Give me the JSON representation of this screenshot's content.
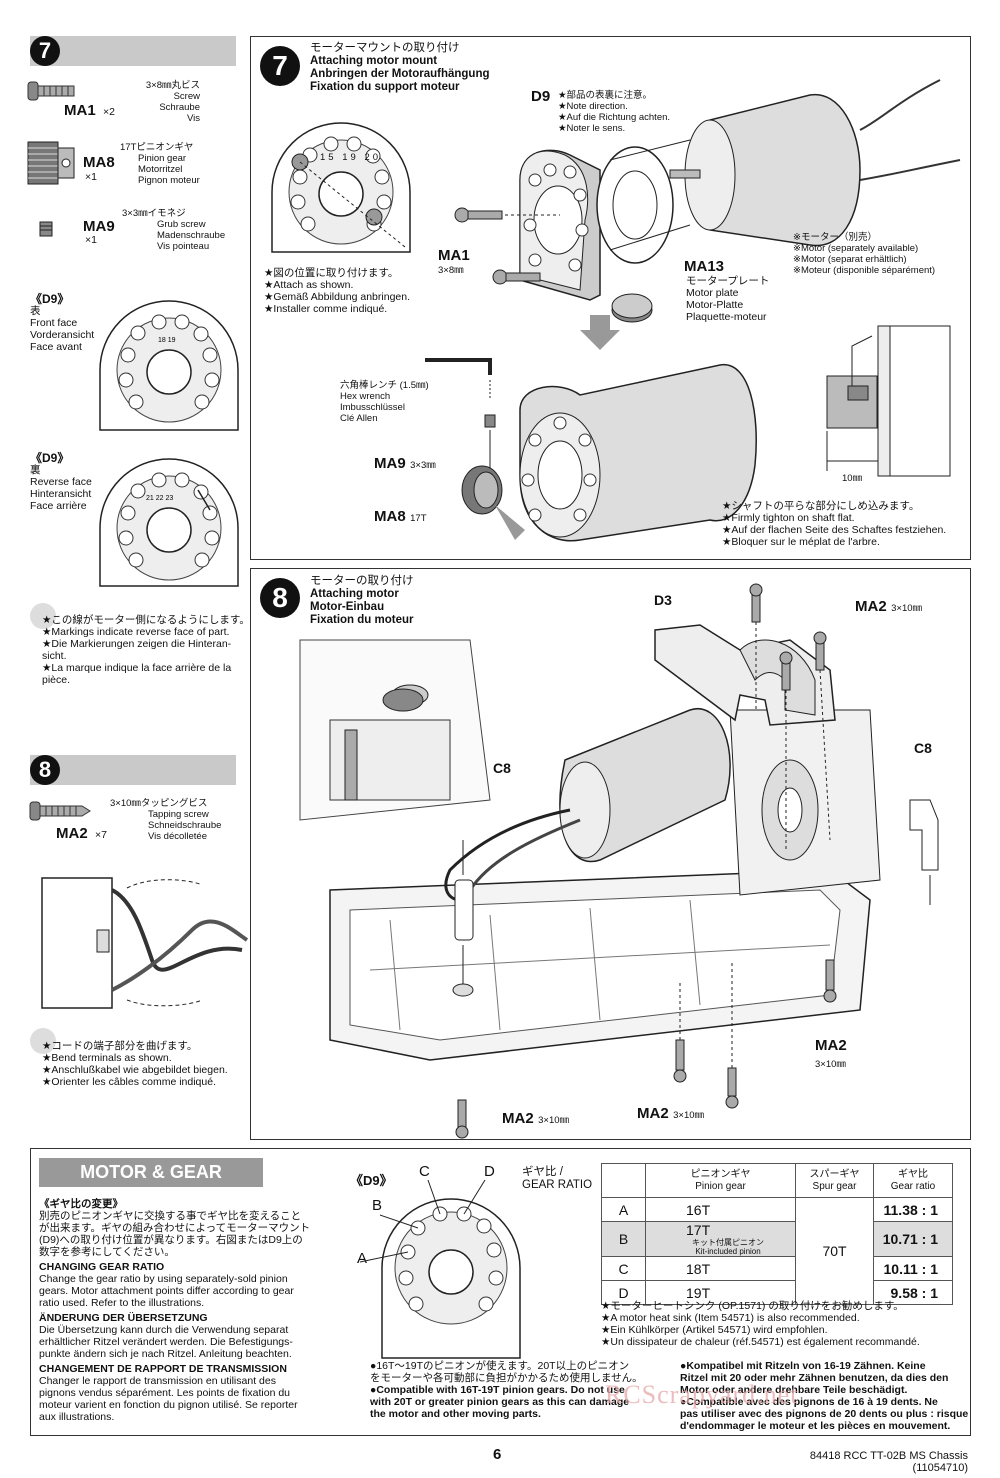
{
  "left_col": {
    "step7_number": "7",
    "ma1": {
      "ja": "3×8㎜丸ビス",
      "en": "Screw",
      "de": "Schraube",
      "fr": "Vis",
      "code": "MA1",
      "qty": "×2"
    },
    "ma8": {
      "ja": "17Tピニオンギヤ",
      "en": "Pinion gear",
      "de": "Motorritzel",
      "fr": "Pignon moteur",
      "code": "MA8",
      "qty": "×1"
    },
    "ma9": {
      "ja": "3×3㎜イモネジ",
      "en": "Grub screw",
      "de": "Madenschraube",
      "fr": "Vis pointeau",
      "code": "MA9",
      "qty": "×1"
    },
    "d9_front": {
      "title": "《D9》",
      "ja": "表",
      "en": "Front face",
      "de": "Vorderansicht",
      "fr": "Face avant"
    },
    "d9_reverse": {
      "title": "《D9》",
      "ja": "裏",
      "en": "Reverse face",
      "de": "Hinteransicht",
      "fr": "Face arrière"
    },
    "reverse_notes": [
      "★この線がモーター側になるようにします。",
      "★Markings indicate reverse face of part.",
      "★Die Markierungen zeigen die Hinteran-",
      "sicht.",
      "★La marque indique la face arrière de la",
      "pièce."
    ],
    "step8_number": "8",
    "ma2": {
      "ja": "3×10㎜タッピングビス",
      "en": "Tapping screw",
      "de": "Schneidschraube",
      "fr": "Vis décolletée",
      "code": "MA2",
      "qty": "×7"
    },
    "bend_notes": [
      "★コードの端子部分を曲げます。",
      "★Bend terminals as shown.",
      "★Anschlußkabel wie abgebildet biegen.",
      "★Orienter les câbles comme indiqué."
    ]
  },
  "step7": {
    "number": "7",
    "title_ja": "モーターマウントの取り付け",
    "title_en": "Attaching motor mount",
    "title_de": "Anbringen der Motoraufhängung",
    "title_fr": "Fixation du support moteur",
    "mount_notes": [
      "★図の位置に取り付けます。",
      "★Attach as shown.",
      "★Gemäß Abbildung anbringen.",
      "★Installer comme indiqué."
    ],
    "d9_label": "D9",
    "d9_notes": [
      "★部品の表裏に注意。",
      "★Note direction.",
      "★Auf die Richtung achten.",
      "★Noter le sens."
    ],
    "ma1_label": "MA1",
    "ma1_size": "3×8㎜",
    "ma13_label": "MA13",
    "ma13_notes": [
      "モータープレート",
      "Motor plate",
      "Motor-Platte",
      "Plaquette-moteur"
    ],
    "motor_notes": [
      "※モーター（別売）",
      "※Motor (separately available)",
      "※Motor (separat erhältlich)",
      "※Moteur (disponible séparément)"
    ],
    "hex_notes": [
      "六角棒レンチ (1.5㎜)",
      "Hex wrench",
      "Imbusschlüssel",
      "Clé Allen"
    ],
    "ma9_label": "MA9",
    "ma9_size": "3×3㎜",
    "ma8_label": "MA8",
    "ma8_size": "17T",
    "dim_label": "10㎜",
    "shaft_notes": [
      "★シャフトの平らな部分にしめ込みます。",
      "★Firmly tighton on shaft flat.",
      "★Auf der flachen Seite des Schaftes festziehen.",
      "★Bloquer sur le méplat de l'arbre."
    ],
    "dial_numbers": [
      "15",
      "19",
      "20"
    ]
  },
  "step8": {
    "number": "8",
    "title_ja": "モーターの取り付け",
    "title_en": "Attaching motor",
    "title_de": "Motor-Einbau",
    "title_fr": "Fixation du moteur",
    "d3": "D3",
    "ma2_top": "MA2",
    "ma2_top_size": "3×10㎜",
    "c8_left": "C8",
    "c8_right": "C8",
    "ma2_right": "MA2",
    "ma2_right_size": "3×10㎜",
    "ma2_bottom_mid": "MA2",
    "ma2_bottom_mid_size": "3×10㎜",
    "ma2_bottom_left": "MA2",
    "ma2_bottom_left_size": "3×10㎜"
  },
  "motor_gear": {
    "header": "MOTOR & GEAR",
    "ja_heading": "《ギヤ比の変更》",
    "ja_text": [
      "別売のピニオンギヤに交換する事でギヤ比を変えること",
      "が出来ます。ギヤの組み合わせによってモーターマウント",
      "(D9)への取り付け位置が異なります。右図またはD9上の",
      "数字を参考にしてください。"
    ],
    "en_heading": "CHANGING GEAR RATIO",
    "en_text": [
      "Change the gear ratio by using separately-sold pinion",
      "gears. Motor attachment points differ according to gear",
      "ratio used. Refer to the illustrations."
    ],
    "de_heading": "ÄNDERUNG DER ÜBERSETZUNG",
    "de_text": [
      "Die Übersetzung kann durch die Verwendung separat",
      "erhältlicher Ritzel verändert werden. Die Befestigungs-",
      "punkte ändern sich je nach Ritzel. Anleitung beachten."
    ],
    "fr_heading": "CHANGEMENT DE RAPPORT DE TRANSMISSION",
    "fr_text": [
      "Changer le rapport de transmission en utilisant des",
      "pignons vendus séparément. Les points de fixation du",
      "moteur varient en fonction du pignon utilisé. Se reporter",
      "aux illustrations."
    ],
    "d9_label": "《D9》",
    "letters": [
      "A",
      "B",
      "C",
      "D"
    ],
    "gear_ratio_ja": "ギヤ比 /",
    "gear_ratio_en": "GEAR RATIO",
    "table_head": {
      "pinion_ja": "ピニオンギヤ",
      "pinion_en": "Pinion gear",
      "spur_ja": "スパーギヤ",
      "spur_en": "Spur gear",
      "ratio_ja": "ギヤ比",
      "ratio_en": "Gear ratio"
    },
    "rows": [
      {
        "letter": "A",
        "pinion": "16T",
        "note_ja": "",
        "note_en": "",
        "ratio": "11.38 : 1"
      },
      {
        "letter": "B",
        "pinion": "17T",
        "note_ja": "キット付属ピニオン",
        "note_en": "Kit-included pinion",
        "ratio": "10.71 : 1"
      },
      {
        "letter": "C",
        "pinion": "18T",
        "note_ja": "",
        "note_en": "",
        "ratio": "10.11 : 1"
      },
      {
        "letter": "D",
        "pinion": "19T",
        "note_ja": "",
        "note_en": "",
        "ratio": "9.58 : 1"
      }
    ],
    "spur": "70T",
    "heatsink_notes": [
      "★モーターヒートシンク (OP.1571) の取り付けをお勧めします。",
      "★A motor heat sink (Item 54571) is also recommended.",
      "★Ein Kühlkörper (Artikel 54571) wird empfohlen.",
      "★Un dissipateur de chaleur (réf.54571) est également recommandé."
    ],
    "compat_left": [
      "●16T～19Tのピニオンが使えます。20T以上のピニオン",
      "をモーターや各可動部に負担がかかるため使用しません。",
      "●Compatible with 16T-19T pinion gears. Do not use",
      "with 20T or greater pinion gears as this can damage",
      "the motor and other moving parts."
    ],
    "compat_right": [
      "●Kompatibel mit Ritzeln von 16-19 Zähnen. Keine",
      "Ritzel mit 20 oder mehr Zähnen benutzen, da dies den",
      "Motor oder andere drehbare Teile beschädigt.",
      "●Compatible avec des pignons de 16 à 19 dents. Ne",
      "pas utiliser avec des pignons de 20 dents ou plus : risque",
      "d'endommager le moteur et les pièces en mouvement."
    ]
  },
  "footer": {
    "page": "6",
    "code": "84418 RCC TT-02B MS Chassis (11054710)"
  },
  "watermark": "RCScrapyard.net"
}
